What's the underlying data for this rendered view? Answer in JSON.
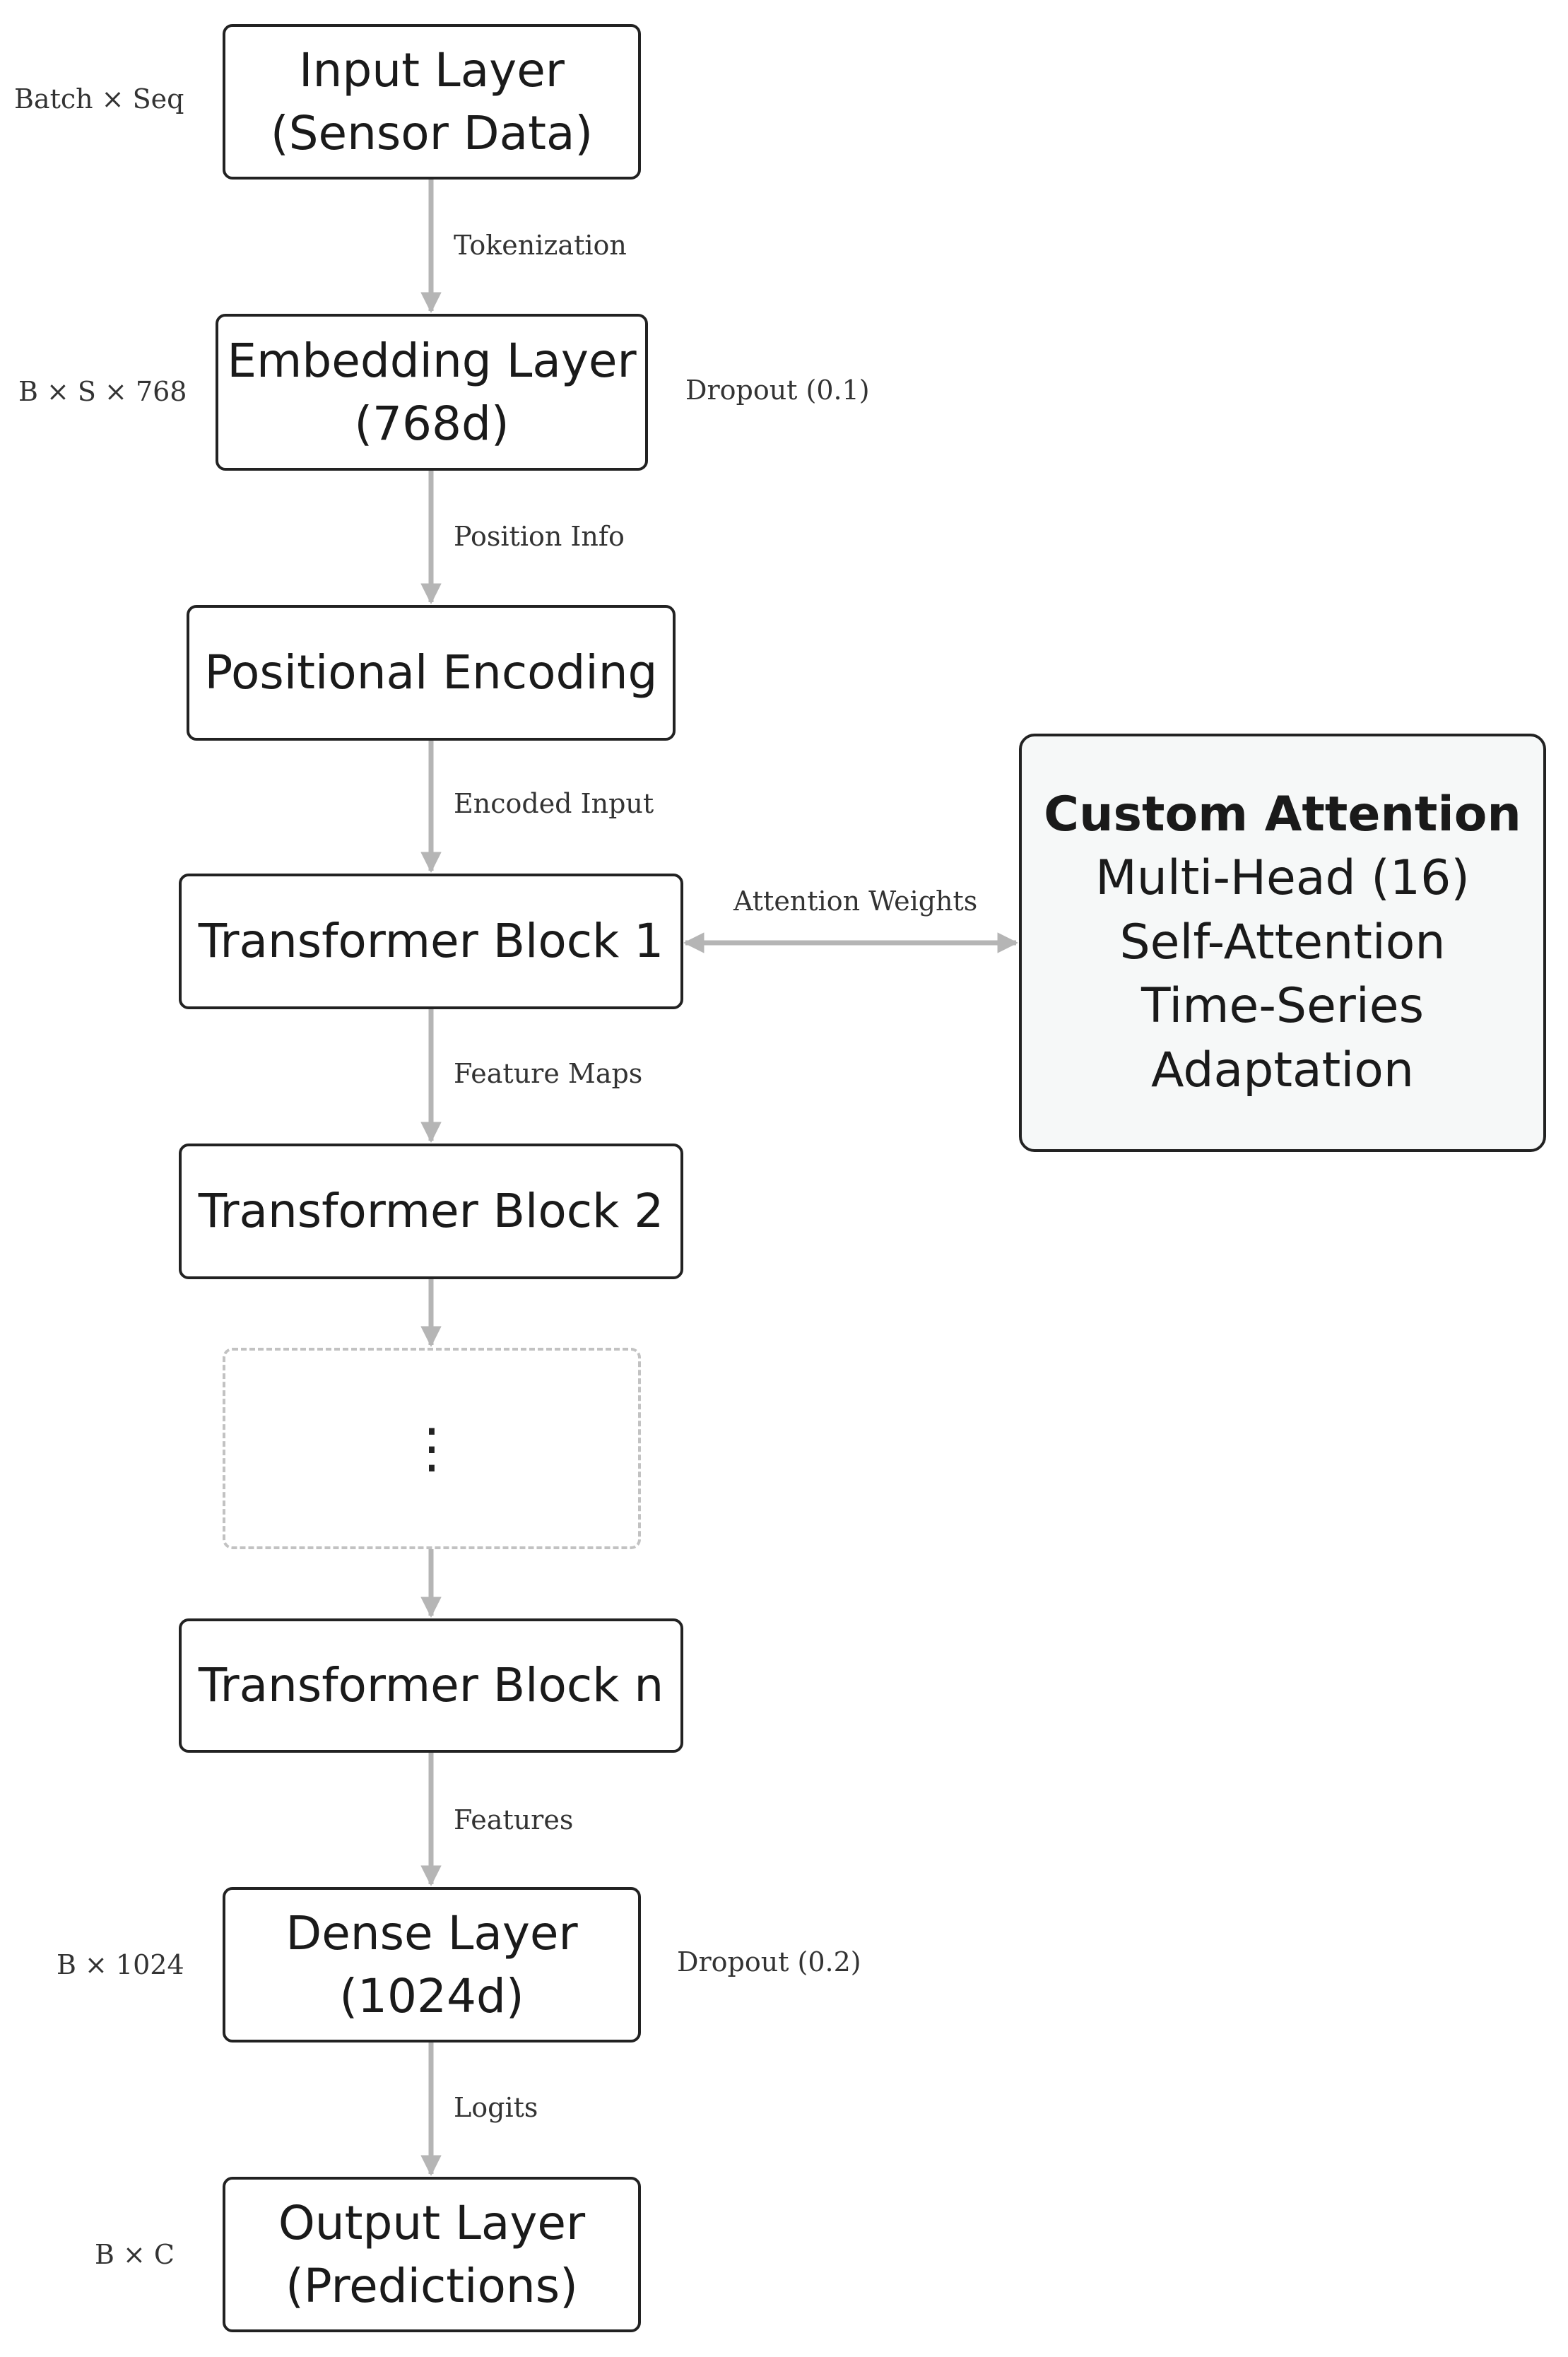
{
  "boxes": {
    "input": {
      "line1": "Input Layer",
      "line2": "(Sensor Data)"
    },
    "embedding": {
      "line1": "Embedding Layer",
      "line2": "(768d)"
    },
    "positional": {
      "line1": "Positional Encoding"
    },
    "block1": {
      "line1": "Transformer Block 1"
    },
    "block2": {
      "line1": "Transformer Block 2"
    },
    "ellipsis": {
      "line1": "⋮"
    },
    "blockn": {
      "line1": "Transformer Block n"
    },
    "dense": {
      "line1": "Dense Layer",
      "line2": "(1024d)"
    },
    "output": {
      "line1": "Output Layer",
      "line2": "(Predictions)"
    }
  },
  "attention": {
    "title": "Custom Attention",
    "lines": [
      "Multi-Head (16)",
      "Self-Attention",
      "Time-Series",
      "Adaptation"
    ]
  },
  "edges": {
    "tokenization": "Tokenization",
    "position_info": "Position Info",
    "encoded_input": "Encoded Input",
    "feature_maps": "Feature Maps",
    "features": "Features",
    "logits": "Logits",
    "attention_weights": "Attention Weights"
  },
  "shapes": {
    "input": "Batch × Seq",
    "embedding": "B × S × 768",
    "dense": "B × 1024",
    "output": "B × C"
  },
  "dropouts": {
    "embedding": "Dropout (0.1)",
    "dense": "Dropout (0.2)"
  },
  "colors": {
    "arrow": "#b5b5b5",
    "box_border": "#222222",
    "dashed_border": "#c2c2c2",
    "attention_fill": "#f6f8f8"
  }
}
